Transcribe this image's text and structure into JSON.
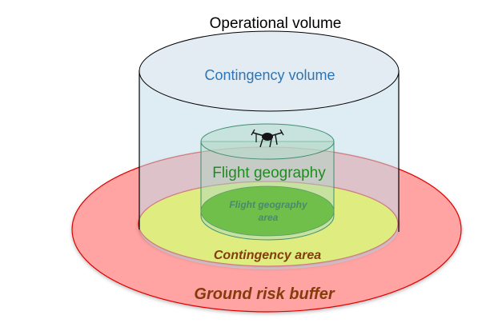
{
  "diagram": {
    "title": "Operational volume",
    "labels": {
      "contingency_volume": "Contingency volume",
      "flight_geography": "Flight geography",
      "flight_geography_area_line1": "Flight geography",
      "flight_geography_area_line2": "area",
      "contingency_area": "Contingency area",
      "ground_risk_buffer": "Ground risk buffer"
    },
    "colors": {
      "ground_risk_buffer": "#ffa3a3",
      "ground_risk_buffer_stroke": "#e00000",
      "contingency_area": "#ffff00",
      "contingency_volume": "#d5e6ee",
      "flight_geography_volume": "#b9dccf",
      "flight_geography_area": "#70bf4a",
      "label_blue": "#2e75b6",
      "label_green": "#1f8c1f",
      "label_brown": "#843c0c"
    },
    "icons": {
      "drone": "drone-icon"
    }
  }
}
